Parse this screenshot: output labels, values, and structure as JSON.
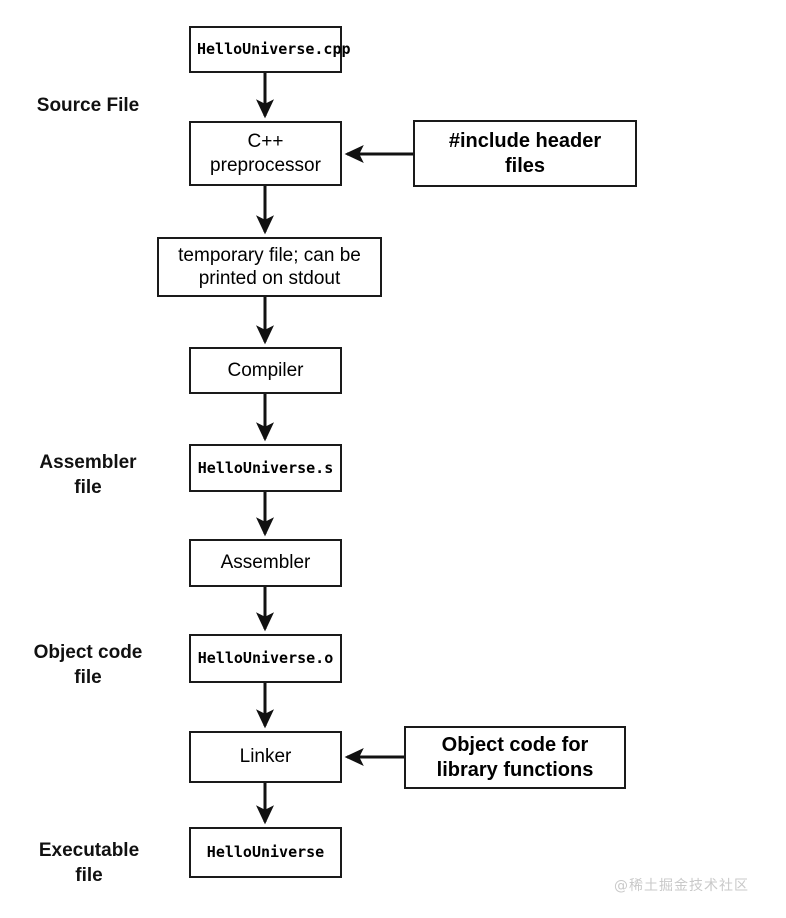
{
  "diagram": {
    "title": "C++ compilation pipeline",
    "stroke_color": "#1a1a1a",
    "background_color": "#ffffff",
    "side_labels": [
      {
        "id": "source-file",
        "text": "Source File"
      },
      {
        "id": "assembler-file",
        "line1": "Assembler",
        "line2": "file"
      },
      {
        "id": "object-code-file",
        "line1": "Object code",
        "line2": "file"
      },
      {
        "id": "executable-file",
        "line1": "Executable",
        "line2": "file"
      }
    ],
    "nodes": [
      {
        "id": "source",
        "text": "HelloUniverse.cpp",
        "style": "mono"
      },
      {
        "id": "preprocessor",
        "line1": "C++",
        "line2": "preprocessor",
        "style": "plain"
      },
      {
        "id": "include-headers",
        "line1": "#include header",
        "line2": "files",
        "style": "strong"
      },
      {
        "id": "temp-file",
        "line1": "temporary file; can be",
        "line2": "printed on stdout",
        "style": "plain"
      },
      {
        "id": "compiler",
        "text": "Compiler",
        "style": "plain"
      },
      {
        "id": "assembly-file",
        "text": "HelloUniverse.s",
        "style": "mono"
      },
      {
        "id": "assembler",
        "text": "Assembler",
        "style": "plain"
      },
      {
        "id": "object-file",
        "text": "HelloUniverse.o",
        "style": "mono"
      },
      {
        "id": "linker",
        "text": "Linker",
        "style": "plain"
      },
      {
        "id": "library-object-code",
        "line1": "Object code for",
        "line2": "library functions",
        "style": "strong"
      },
      {
        "id": "executable",
        "text": "HelloUniverse",
        "style": "mono"
      }
    ]
  },
  "watermark": {
    "text": "@稀土掘金技术社区"
  }
}
